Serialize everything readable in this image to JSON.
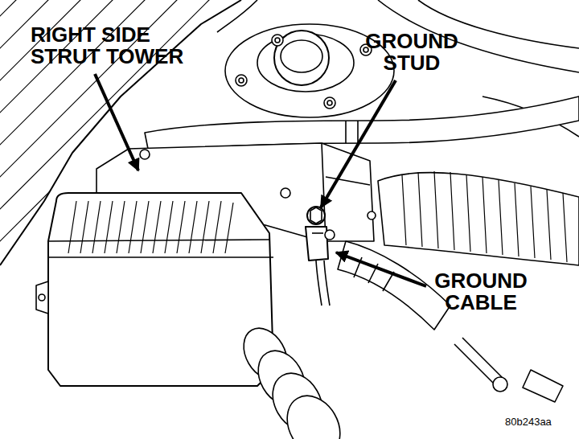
{
  "diagram": {
    "labels": [
      "RIGHT SIDE STRUT TOWER",
      "GROUND STUD",
      "GROUND CABLE",
      "80b243aa"
    ]
  }
}
